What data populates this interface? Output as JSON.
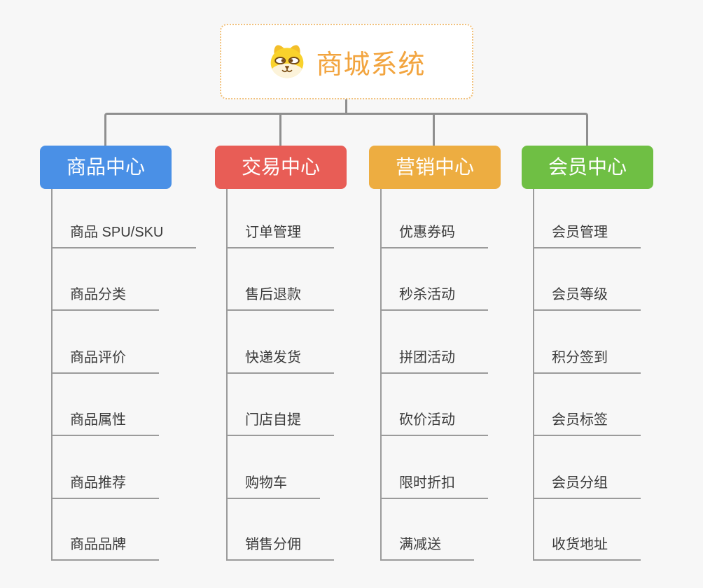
{
  "page": {
    "background_color": "#f7f7f7",
    "connector_color": "#8f8f8f",
    "child_line_color": "#9b9b9b",
    "child_text_color": "#3b3b3b"
  },
  "root": {
    "title": "商城系统",
    "icon": "dog-face-icon",
    "title_color": "#f2a43e",
    "border_color": "#f1c17c",
    "background_color": "#ffffff"
  },
  "branches": [
    {
      "label": "商品中心",
      "color": "#4a90e6",
      "items": [
        "商品 SPU/SKU",
        "商品分类",
        "商品评价",
        "商品属性",
        "商品推荐",
        "商品品牌"
      ]
    },
    {
      "label": "交易中心",
      "color": "#e85d56",
      "items": [
        "订单管理",
        "售后退款",
        "快递发货",
        "门店自提",
        "购物车",
        "销售分佣"
      ]
    },
    {
      "label": "营销中心",
      "color": "#edad41",
      "items": [
        "优惠券码",
        "秒杀活动",
        "拼团活动",
        "砍价活动",
        "限时折扣",
        "满减送"
      ]
    },
    {
      "label": "会员中心",
      "color": "#6fbf44",
      "items": [
        "会员管理",
        "会员等级",
        "积分签到",
        "会员标签",
        "会员分组",
        "收货地址"
      ]
    }
  ]
}
